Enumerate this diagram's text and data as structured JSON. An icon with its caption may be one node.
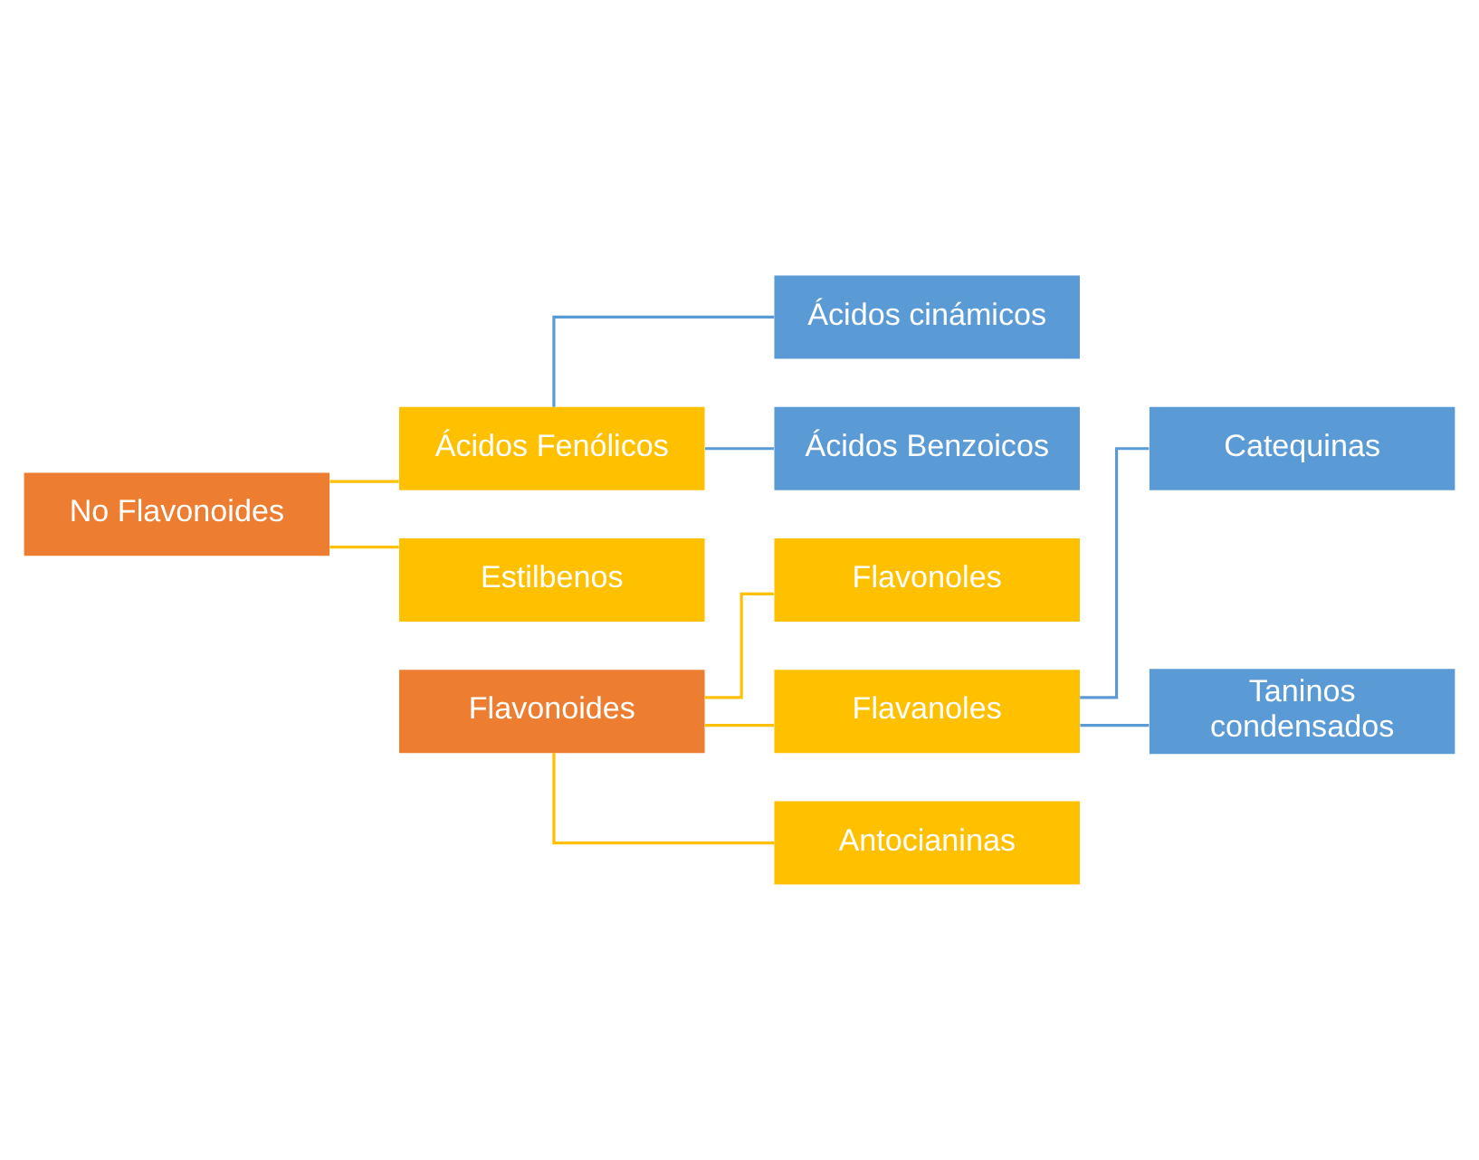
{
  "diagram": {
    "nodes": [
      {
        "text": [
          "No Flavonoides"
        ]
      },
      {
        "text": [
          "Estilbenos"
        ]
      },
      {
        "text": [
          "Ácidos Fenólicos"
        ]
      },
      {
        "text": [
          "Ácidos Benzoicos"
        ]
      },
      {
        "text": [
          "Ácidos cinámicos"
        ]
      },
      {
        "text": [
          "Flavonoides"
        ]
      },
      {
        "text": [
          "Flavonoles"
        ]
      },
      {
        "text": [
          "Antocianinas"
        ]
      },
      {
        "text": [
          "Flavanoles"
        ]
      },
      {
        "text": [
          "Catequinas"
        ]
      },
      {
        "text": [
          "Taninos condensados"
        ]
      }
    ],
    "edges": [
      {
        "from": 0,
        "to": 1,
        "arrow": "none"
      },
      {
        "from": 0,
        "to": 2,
        "arrow": "none"
      },
      {
        "from": 2,
        "to": 3,
        "arrow": "none",
        "color": "#5b9bd5"
      },
      {
        "from": 2,
        "to": 4,
        "arrow": "none",
        "color": "#5b9bd5"
      },
      {
        "from": 5,
        "to": 6,
        "arrow": "none"
      },
      {
        "from": 5,
        "to": 7,
        "arrow": "none"
      },
      {
        "from": 5,
        "to": 8,
        "arrow": "none"
      },
      {
        "from": 8,
        "to": 9,
        "arrow": "none",
        "color": "#5b9bd5"
      },
      {
        "from": 8,
        "to": 10,
        "arrow": "none",
        "color": "#5b9bd5"
      }
    ]
  }
}
